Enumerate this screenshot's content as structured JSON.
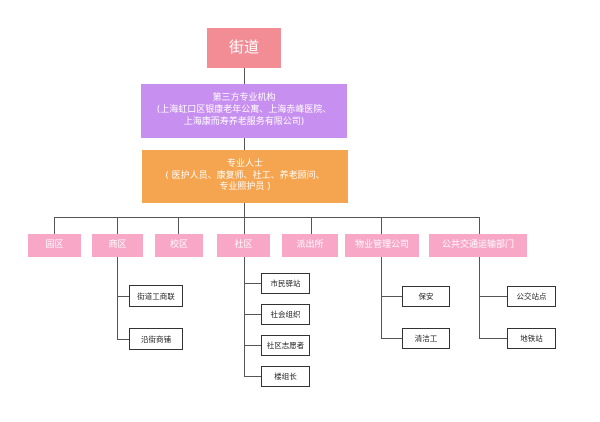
{
  "org": {
    "root": "街道",
    "third_party": {
      "title": "第三方专业机构",
      "detail_line1": "(上海虹口区银康老年公寓、上海赤峰医院、",
      "detail_line2": "上海康而寿养老服务有限公司)"
    },
    "professionals": {
      "title": "专业人士",
      "detail_line1": "( 医护人员、康复师、社工、养老顾问、",
      "detail_line2": "专业照护员 )"
    },
    "level2": [
      "园区",
      "商区",
      "校区",
      "社区",
      "派出所",
      "物业管理公司",
      "公共交通运输部门"
    ],
    "shangqu_children": [
      "街道工商联",
      "沿街商铺"
    ],
    "shequ_children": [
      "市民驿站",
      "社会组织",
      "社区志愿者",
      "楼组长"
    ],
    "wuye_children": [
      "保安",
      "清洁工"
    ],
    "jiaotong_children": [
      "公交站点",
      "地铁站"
    ]
  },
  "colors": {
    "root": "#f28d96",
    "third_party": "#c78ff0",
    "professionals": "#f5a44f",
    "level2": "#f8a7c6",
    "connector": "#555555"
  }
}
